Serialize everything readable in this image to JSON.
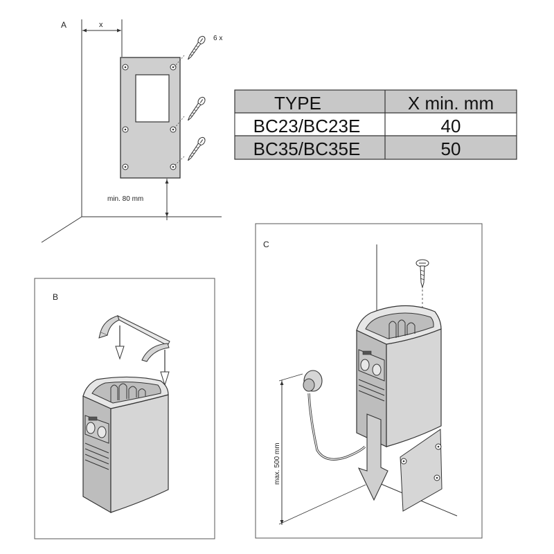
{
  "panels": {
    "a": {
      "letter": "A",
      "x_label": "x",
      "screw_count": "6 x",
      "min_floor": "min. 80 mm"
    },
    "b": {
      "letter": "B"
    },
    "c": {
      "letter": "C",
      "max_height": "max. 500 mm"
    }
  },
  "table": {
    "headers": [
      "TYPE",
      "X min. mm"
    ],
    "rows": [
      [
        "BC23/BC23E",
        "40"
      ],
      [
        "BC35/BC35E",
        "50"
      ]
    ]
  },
  "colors": {
    "table_fill": "#c8c8c8",
    "plate_fill": "#cfcfcf",
    "heater_fill": "#d4d4d4",
    "line": "#333333"
  }
}
